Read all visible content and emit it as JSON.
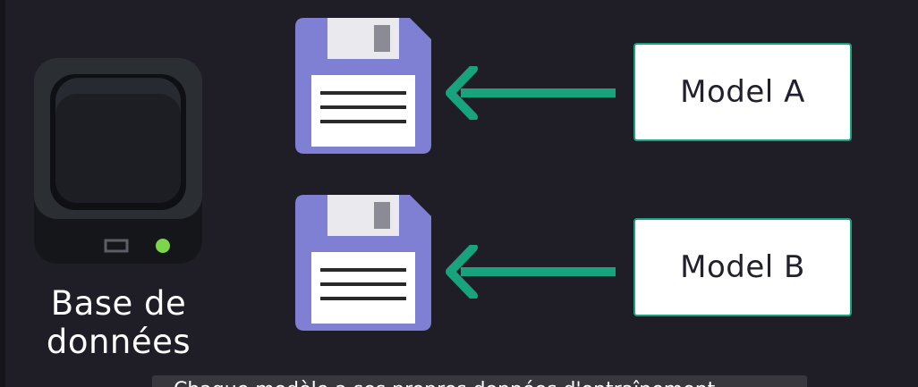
{
  "database": {
    "label": "Base de données"
  },
  "models": [
    {
      "label": "Model A"
    },
    {
      "label": "Model B"
    }
  ],
  "icons": {
    "database": "hard-drive-icon",
    "save": "floppy-disk-icon",
    "arrow": "arrow-left-icon"
  },
  "subtitle": {
    "text": "Chaque modèle a ses propres données d'entraînement"
  },
  "colors": {
    "background": "#1f1e27",
    "arrow": "#17a37d",
    "floppy": "#7f7fd3",
    "drive_led": "#7dd64a"
  }
}
